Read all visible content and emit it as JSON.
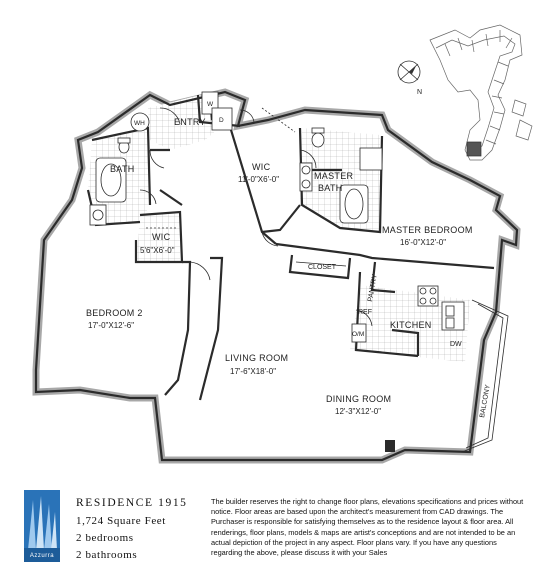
{
  "rooms": {
    "entry": "ENTRY",
    "bath": "BATH",
    "wic_small": "WIC",
    "wic_small_dim": "5'6\"X6'-0\"",
    "wic_master": "WIC",
    "wic_master_dim": "11'-0\"X6'-0\"",
    "master_bath_line1": "MASTER",
    "master_bath_line2": "BATH",
    "master_bedroom": "MASTER BEDROOM",
    "master_bedroom_dim": "16'-0\"X12'-0\"",
    "closet": "CLOSET",
    "pantry": "PANTRY",
    "kitchen": "KITCHEN",
    "ref": "REF",
    "om": "O/M",
    "dw": "DW",
    "bedroom2": "BEDROOM 2",
    "bedroom2_dim": "17'-0\"X12'-6\"",
    "living_room": "LIVING ROOM",
    "living_room_dim": "17'-6\"X18'-0\"",
    "dining_room": "DINING ROOM",
    "dining_room_dim": "12'-3\"X12'-0\"",
    "balcony": "BALCONY",
    "wh": "WH",
    "w": "W",
    "d": "D"
  },
  "compass": {
    "north_label": "N"
  },
  "residence": {
    "title": "RESIDENCE 1915",
    "area": "1,724 Square Feet",
    "bedrooms": "2 bedrooms",
    "bathrooms": "2 bathrooms"
  },
  "brand": {
    "name": "Azzurra",
    "color": "#2a73b8"
  },
  "disclaimer": "The builder reserves the right to change floor plans, elevations specifications and prices without notice. Floor areas are based upon the architect's measurement from CAD drawings. The Purchaser is responsible for satisfying themselves as to the residence layout & floor area. All renderings, floor plans, models & maps are artist's conceptions and are not intended to be an actual depiction of the project in any aspect. Floor plans vary. If you have any questions regarding the above, please discuss it with your Sales"
}
